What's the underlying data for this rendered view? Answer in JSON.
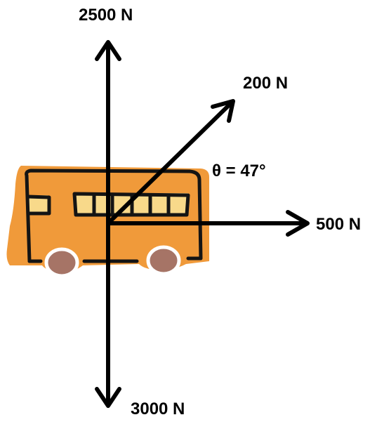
{
  "diagram": {
    "forces": {
      "up_label": "2500 N",
      "down_label": "3000 N",
      "right_label": "500 N",
      "diagonal_label": "200 N"
    },
    "angle_label": "θ = 47°",
    "angle_degrees": 47
  },
  "colors": {
    "bus_body": "#F09A3A",
    "bus_window": "#F8D98A",
    "bus_outline": "#141414",
    "wheel": "#A67466",
    "arrow": "#000000"
  },
  "icons": {
    "vehicle": "bus-icon"
  }
}
